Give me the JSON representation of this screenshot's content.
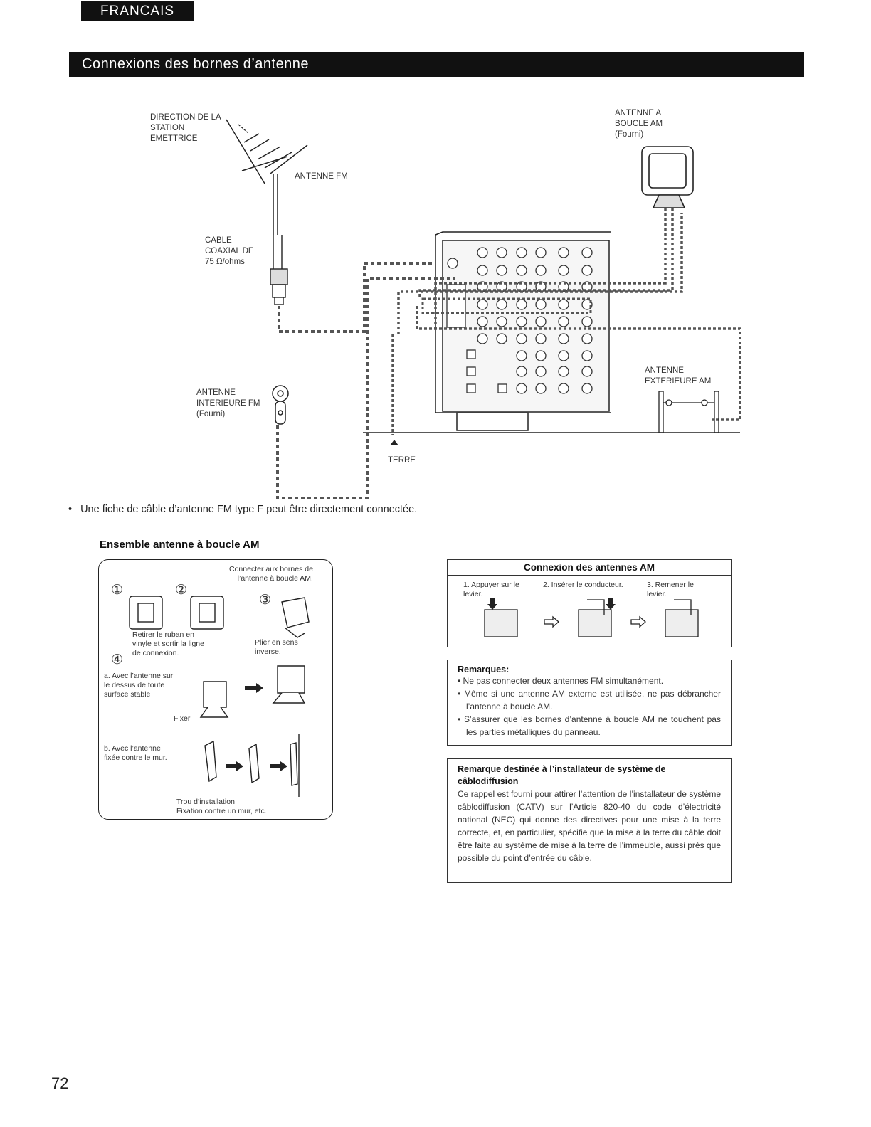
{
  "header": {
    "language": "FRANCAIS",
    "section_title": "Connexions des bornes d’antenne"
  },
  "diagram": {
    "direction_label": "DIRECTION DE LA\nSTATION\nEMETTRICE",
    "fm_antenna_label": "ANTENNE FM",
    "coax_label": "CABLE\nCOAXIAL DE\n75 Ω/ohms",
    "indoor_fm_label": "ANTENNE\nINTERIEURE FM\n(Fourni)",
    "loop_am_label": "ANTENNE A\nBOUCLE AM\n(Fourni)",
    "outdoor_am_label": "ANTENNE\nEXTERIEURE AM",
    "ground_label": "TERRE"
  },
  "note": {
    "bullet": "•",
    "text": "Une fiche de câble d’antenne FM type F peut être directement connectée."
  },
  "am_assembly": {
    "title": "Ensemble antenne à boucle AM",
    "connect_text": "Connecter aux bornes de\nl’antenne à boucle AM.",
    "step1": "①",
    "step2": "②",
    "step3": "③",
    "step4": "④",
    "remove_tape_text": "Retirer le ruban en\nvinyle et sortir la ligne\nde connexion.",
    "bend_text": "Plier en sens\ninverse.",
    "option_a": "a. Avec l’antenne sur\n   le dessus de toute\n   surface stable",
    "fix_label": "Fixer",
    "option_b": "b. Avec l’antenne\n   fixée contre le mur.",
    "hole_label": "Trou d’installation\nFixation contre un mur, etc."
  },
  "am_connection": {
    "title": "Connexion des antennes AM",
    "step1": "1. Appuyer sur le\nlevier.",
    "step2": "2. Insérer le conducteur.",
    "step3": "3. Remener le\nlevier."
  },
  "remarks": {
    "title": "Remarques:",
    "items": [
      "Ne pas connecter deux antennes FM simultanément.",
      "Même si une antenne AM externe est utilisée, ne pas débrancher l’antenne à boucle AM.",
      "S’assurer que les bornes d’antenne à boucle AM ne touchent pas les parties métalliques du panneau."
    ]
  },
  "catv_note": {
    "title": "Remarque destinée à l’installateur de système de câblodiffusion",
    "text": "Ce rappel est fourni pour attirer l’attention de l’installateur de système câblodiffusion (CATV) sur l’Article 820-40 du code d’électricité national (NEC) qui donne des directives pour une mise à la terre correcte, et, en particulier, spécifie que la mise à la terre du câble doit être faite au système de mise à la terre de l’immeuble, aussi près que possible du point d’entrée du câble."
  },
  "footer": {
    "page_number": "72"
  }
}
